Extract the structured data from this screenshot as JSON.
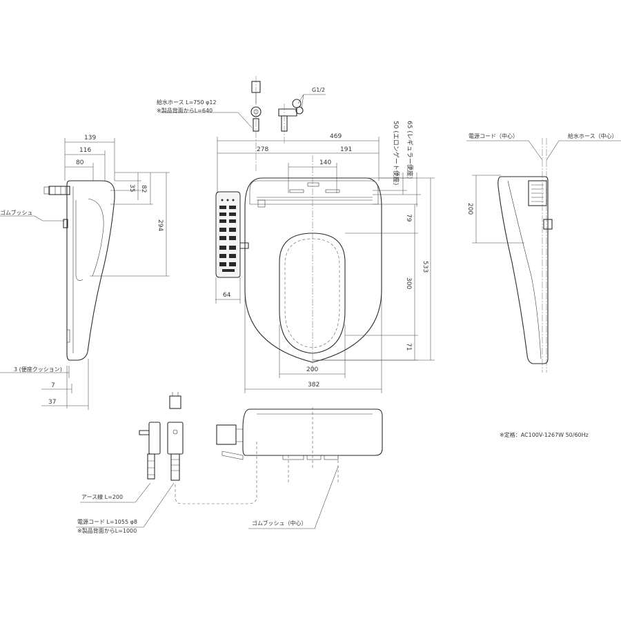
{
  "dims": {
    "d139": "139",
    "d116": "116",
    "d80": "80",
    "d35": "35",
    "d82": "82",
    "d294": "294",
    "d3_cushion": "3 (便座クッション)",
    "d7": "7",
    "d37": "37",
    "d469": "469",
    "d278": "278",
    "d191": "191",
    "d140": "140",
    "d50": "50 (エロンゲート便座)",
    "d65": "65 (レギュラー便座)",
    "d79": "79",
    "d533": "533",
    "d300": "300",
    "d71": "71",
    "d64": "64",
    "d200": "200",
    "d382": "382",
    "d200_side": "200"
  },
  "labels": {
    "supply_hose": "給水ホース  L=750  φ12",
    "supply_hose_note": "※製品背面からL=640",
    "g12": "G1/2",
    "rubber_bush_left": "ゴムブッシュ",
    "power_cord_center": "電源コード（中心）",
    "supply_hose_center": "給水ホース（中心）",
    "rating": "※定格：AC100V-1267W 50/60Hz",
    "earth_wire": "アース線  L=200",
    "power_cord": "電源コード  L=1055  φ8",
    "power_cord_note": "※製品背面からL=1000",
    "rubber_bush_center": "ゴムブッシュ（中心）"
  }
}
